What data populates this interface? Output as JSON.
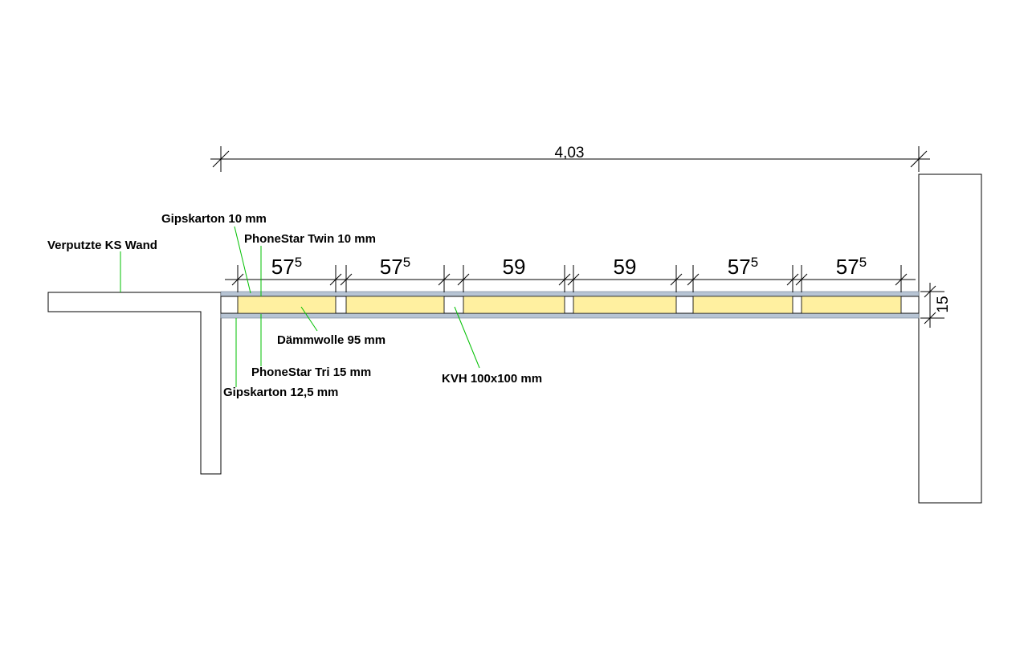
{
  "drawing": {
    "total_width": "4,03",
    "wall_thickness": "15",
    "spacings": [
      {
        "main": "57",
        "sup": "5"
      },
      {
        "main": "57",
        "sup": "5"
      },
      {
        "main": "59",
        "sup": ""
      },
      {
        "main": "59",
        "sup": ""
      },
      {
        "main": "57",
        "sup": "5"
      },
      {
        "main": "57",
        "sup": "5"
      }
    ],
    "labels": {
      "ks_wall": "Verputzte KS Wand",
      "gk_10": "Gipskarton 10 mm",
      "phonestar_twin": "PhoneStar Twin 10 mm",
      "insulation": "Dämmwolle 95 mm",
      "phonestar_tri": "PhoneStar Tri 15 mm",
      "gk_125": "Gipskarton 12,5 mm",
      "kvh": "KVH 100x100 mm"
    },
    "colors": {
      "line": "#000000",
      "leader": "#00c000",
      "insulation": "#fff0a0",
      "board": "#b7c4d4"
    }
  }
}
